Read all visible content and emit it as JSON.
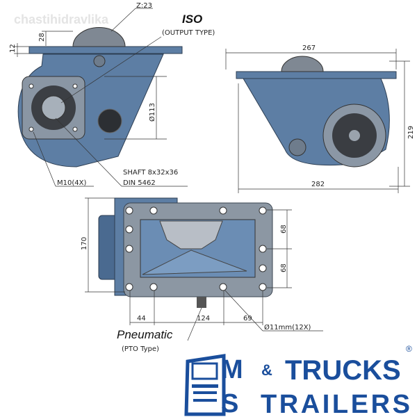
{
  "watermark": "chastihidravlika",
  "front_view": {
    "gear_label": "Z:23",
    "iso_label": "ISO",
    "iso_sub": "(OUTPUT TYPE)",
    "dim_28": "28",
    "dim_12": "12",
    "dim_113": "Ø113",
    "bolt_label": "M10(4X)",
    "shaft_label_1": "SHAFT 8x32x36",
    "shaft_label_2": "DIN 5462"
  },
  "side_view": {
    "dim_267": "267",
    "dim_219": "219",
    "dim_282": "282"
  },
  "bottom_view": {
    "dim_170": "170",
    "dim_68_top": "68",
    "dim_68_bottom": "68",
    "dim_44": "44",
    "dim_124": "124",
    "dim_69": "69",
    "hole_label": "Ø11mm(12X)",
    "pneumatic_label": "Pneumatic",
    "pto_type_label": "(PTO Type)"
  },
  "logo": {
    "letters_1": "M",
    "letters_2": "S",
    "trucks": "TRUCKS",
    "amp": "&",
    "trailers": "TRAILERS",
    "registered": "®"
  },
  "colors": {
    "body": "#5d7ea4",
    "logo": "#1a4e9c"
  }
}
